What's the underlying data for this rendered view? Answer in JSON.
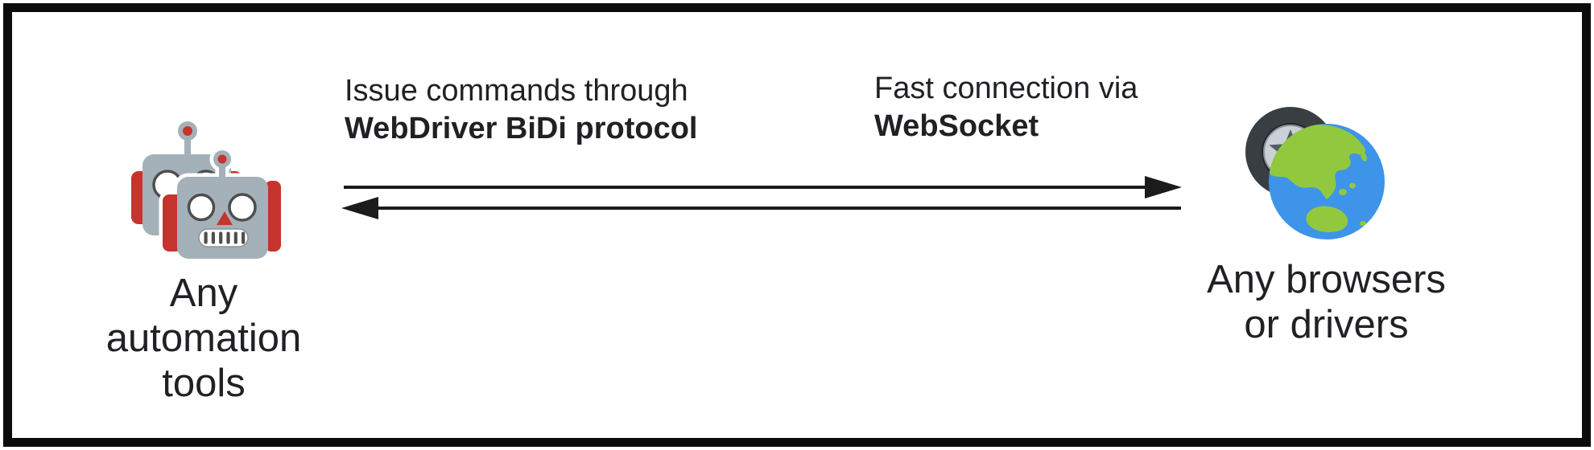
{
  "diagram": {
    "left_node": {
      "icon": "robots-icon",
      "label_lines": [
        "Any",
        "automation",
        "tools"
      ]
    },
    "right_node": {
      "icon": "wheel-globe-icon",
      "label_lines": [
        "Any browsers",
        "or drivers"
      ]
    },
    "arrows": {
      "top": {
        "direction": "left-to-right",
        "label_line1": "Issue commands through",
        "label_line2": "WebDriver BiDi protocol"
      },
      "bottom": {
        "direction": "right-to-left",
        "label_line1": "Fast connection via",
        "label_line2": "WebSocket"
      }
    },
    "colors": {
      "text": "#202124",
      "arrow": "#1b1b1b",
      "frame": "#0b0b0b",
      "robot_gray": "#A4B1B9",
      "robot_red": "#C6342E",
      "eye_stroke": "#4e4e4e",
      "globe_ocean": "#3E94E9",
      "globe_land": "#92C83E",
      "tire_dark": "#393E43",
      "rim_light": "#CBD1D6",
      "rim_spoke": "#565C63"
    }
  }
}
